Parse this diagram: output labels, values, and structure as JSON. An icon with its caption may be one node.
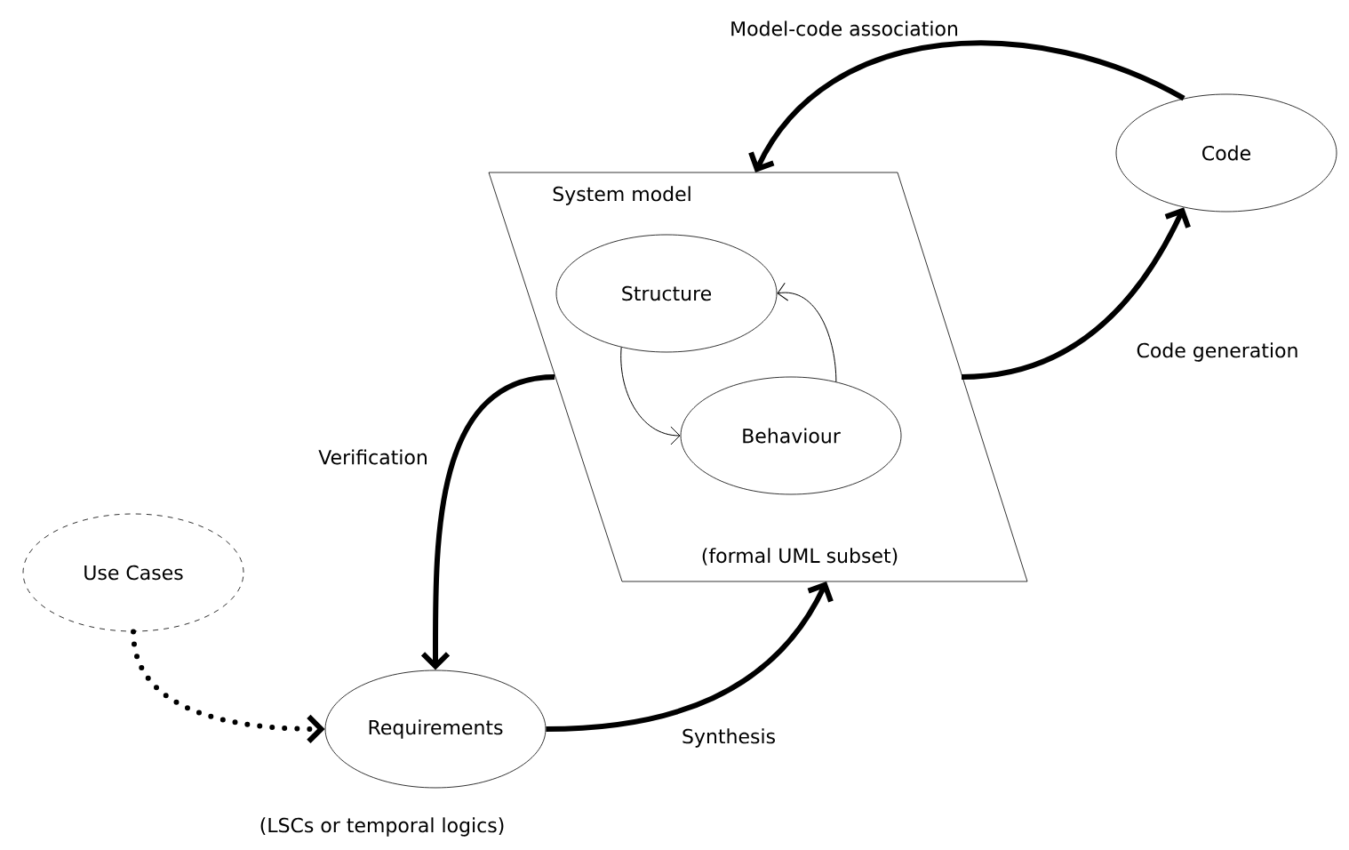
{
  "diagram": {
    "nodes": [
      {
        "text": [
          "System model",
          "(formal UML subset)"
        ]
      },
      {
        "text": [
          "Structure"
        ],
        "in": 0
      },
      {
        "text": [
          "Behaviour"
        ],
        "in": 0
      },
      {
        "text": [
          "Code"
        ]
      },
      {
        "text": [
          "Use Cases"
        ]
      },
      {
        "text": [
          "Requirements"
        ],
        "beside": [
          "(LSCs or temporal logics)"
        ]
      }
    ],
    "edges": [
      {
        "from": 3,
        "to": 0,
        "arrow": "to",
        "label": "Model-code association"
      },
      {
        "from": 0,
        "to": 3,
        "arrow": "to",
        "label": "Code generation"
      },
      {
        "from": 0,
        "to": 5,
        "arrow": "to",
        "label": "Verification"
      },
      {
        "from": 5,
        "to": 0,
        "arrow": "to",
        "label": "Synthesis"
      },
      {
        "from": 4,
        "to": 5,
        "arrow": "to",
        "style": "dashed"
      },
      {
        "from": 1,
        "to": 2,
        "arrow": "to"
      },
      {
        "from": 2,
        "to": 1,
        "arrow": "to"
      }
    ]
  }
}
